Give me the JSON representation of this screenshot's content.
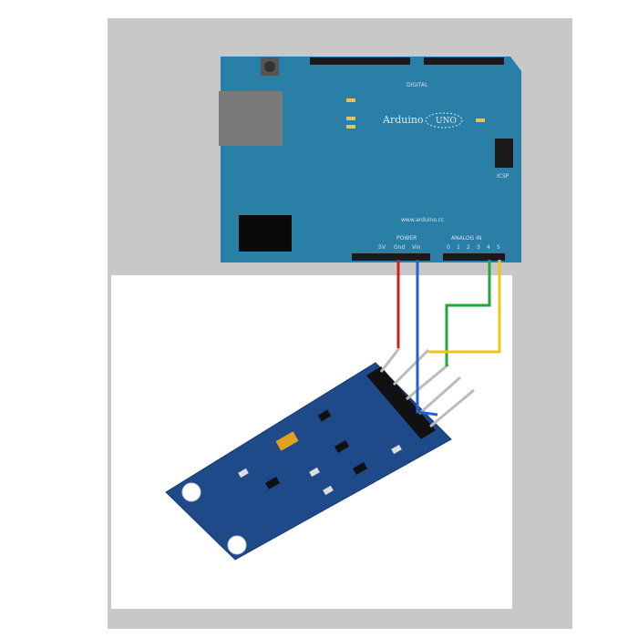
{
  "board": {
    "brand": "Arduino",
    "model": "UNO",
    "digital_label": "DIGITAL",
    "power_label": "POWER",
    "analog_label": "ANALOG IN",
    "website": "www.arduino.cc",
    "icsp_label": "ICSP",
    "power_pins": [
      "5V",
      "Gnd",
      "Vin"
    ],
    "analog_pins": [
      "0",
      "1",
      "2",
      "3",
      "4",
      "5"
    ]
  },
  "colors": {
    "board": "#2a7fa6",
    "sensor": "#1f4a8a",
    "wire_vcc": "#d0201a",
    "wire_gnd": "#2a5fd0",
    "wire_scl": "#22a83a",
    "wire_sda": "#f2c418",
    "background": "#c8c8c8"
  }
}
